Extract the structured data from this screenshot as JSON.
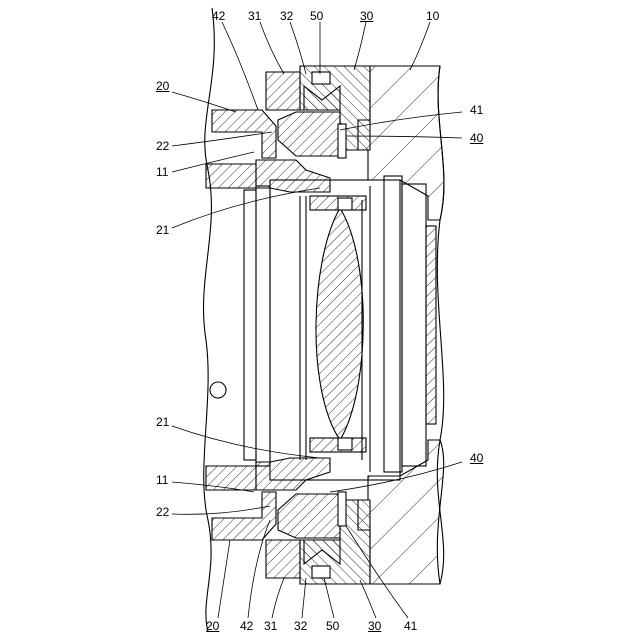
{
  "labels": {
    "top": {
      "l42": "42",
      "l31": "31",
      "l32": "32",
      "l50": "50",
      "l30": "30",
      "l10": "10"
    },
    "left": {
      "l20": "20",
      "l22": "22",
      "l11": "11",
      "l21": "21",
      "l21b": "21",
      "l11b": "11",
      "l22b": "22"
    },
    "right": {
      "l41": "41",
      "l40": "40",
      "l40b": "40"
    },
    "bottom": {
      "l20": "20",
      "l42": "42",
      "l31": "31",
      "l32": "32",
      "l50": "50",
      "l30": "30",
      "l41": "41"
    }
  },
  "colors": {
    "line": "#000000",
    "background": "#ffffff"
  }
}
